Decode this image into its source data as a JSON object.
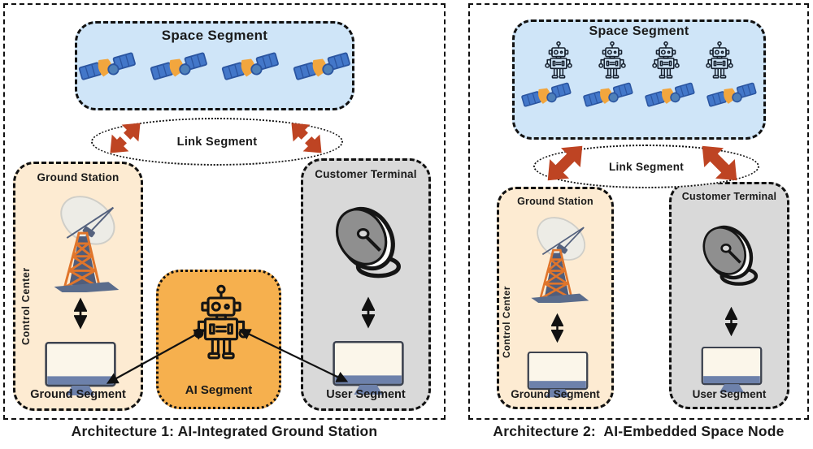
{
  "colors": {
    "space_fill": "#CFE5F8",
    "ground_fill": "#FDEBD2",
    "user_fill": "#D9D9D9",
    "ai_fill": "#F6B04E",
    "arrow_red": "#BE4423",
    "monitor_accent": "#6D81AB",
    "tower_orange": "#E0752B",
    "text": "#1A1A1A"
  },
  "architecture1": {
    "caption": "Architecture 1: AI-Integrated Ground Station",
    "space_segment": {
      "title": "Space Segment",
      "satellite_count": 4
    },
    "link_segment": {
      "title": "Link Segment"
    },
    "ground_station": {
      "title": "Ground Station",
      "side_label": "Control Center",
      "bottom_label": "Ground Segment"
    },
    "customer_terminal": {
      "title": "Customer Terminal",
      "bottom_label": "User Segment"
    },
    "ai_segment": {
      "title": "AI Segment"
    }
  },
  "architecture2": {
    "caption": "Architecture 2:  AI-Embedded Space Node",
    "space_segment": {
      "title": "Space Segment",
      "robot_count": 4,
      "satellite_count": 4
    },
    "link_segment": {
      "title": "Link Segment"
    },
    "ground_station": {
      "title": "Ground Station",
      "side_label": "Control Center",
      "bottom_label": "Ground Segment"
    },
    "customer_terminal": {
      "title": "Customer Terminal",
      "bottom_label": "User Segment"
    }
  }
}
